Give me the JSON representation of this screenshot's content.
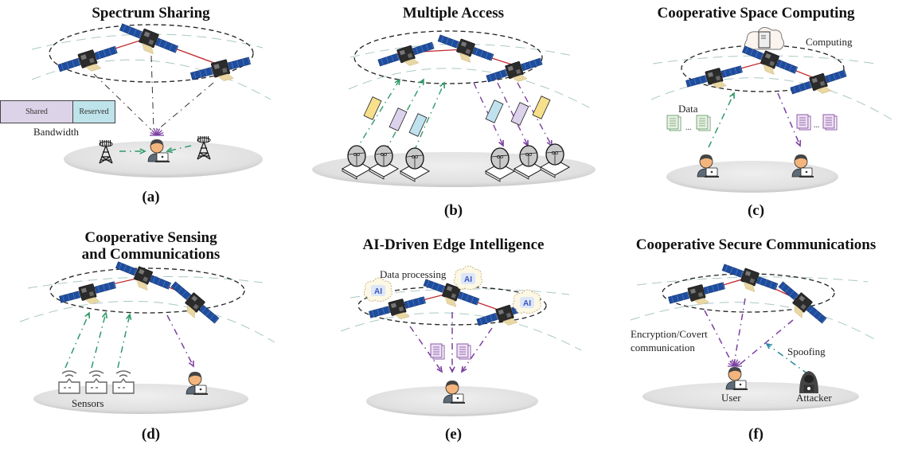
{
  "figure": {
    "colors": {
      "uplink_arrow": "#2e9a6a",
      "downlink_arrow": "#7b3fa0",
      "spoof_arrow": "#2a8aa0",
      "isl_link": "#c0282d",
      "orbit_dash": "#222222",
      "ground": "#e4e4e4",
      "solar_panel": "#1f4d9e",
      "shared_band": "#ddd3e8",
      "reserved_band": "#bfe3ea",
      "slot_yellow": "#f6e08c",
      "slot_purple": "#dcd2ec",
      "slot_blue": "#bfe2ee"
    },
    "panels": [
      {
        "id": "a",
        "title": "Spectrum Sharing",
        "caption": "(a)",
        "bandwidth": {
          "shared": "Shared",
          "reserved": "Reserved",
          "label": "Bandwidth"
        }
      },
      {
        "id": "b",
        "title": "Multiple Access",
        "caption": "(b)"
      },
      {
        "id": "c",
        "title": "Cooperative Space Computing",
        "caption": "(c)",
        "computing_label": "Computing",
        "data_label": "Data",
        "ellipsis": "..."
      },
      {
        "id": "d",
        "title_line1": "Cooperative Sensing",
        "title_line2": "and Communications",
        "caption": "(d)",
        "sensors_label": "Sensors"
      },
      {
        "id": "e",
        "title": "AI-Driven Edge Intelligence",
        "caption": "(e)",
        "processing_label": "Data processing",
        "ai_badge": "AI"
      },
      {
        "id": "f",
        "title": "Cooperative Secure Communications",
        "caption": "(f)",
        "encryption_line1": "Encryption/Covert",
        "encryption_line2": "communication",
        "spoofing_label": "Spoofing",
        "user_label": "User",
        "attacker_label": "Attacker"
      }
    ]
  }
}
